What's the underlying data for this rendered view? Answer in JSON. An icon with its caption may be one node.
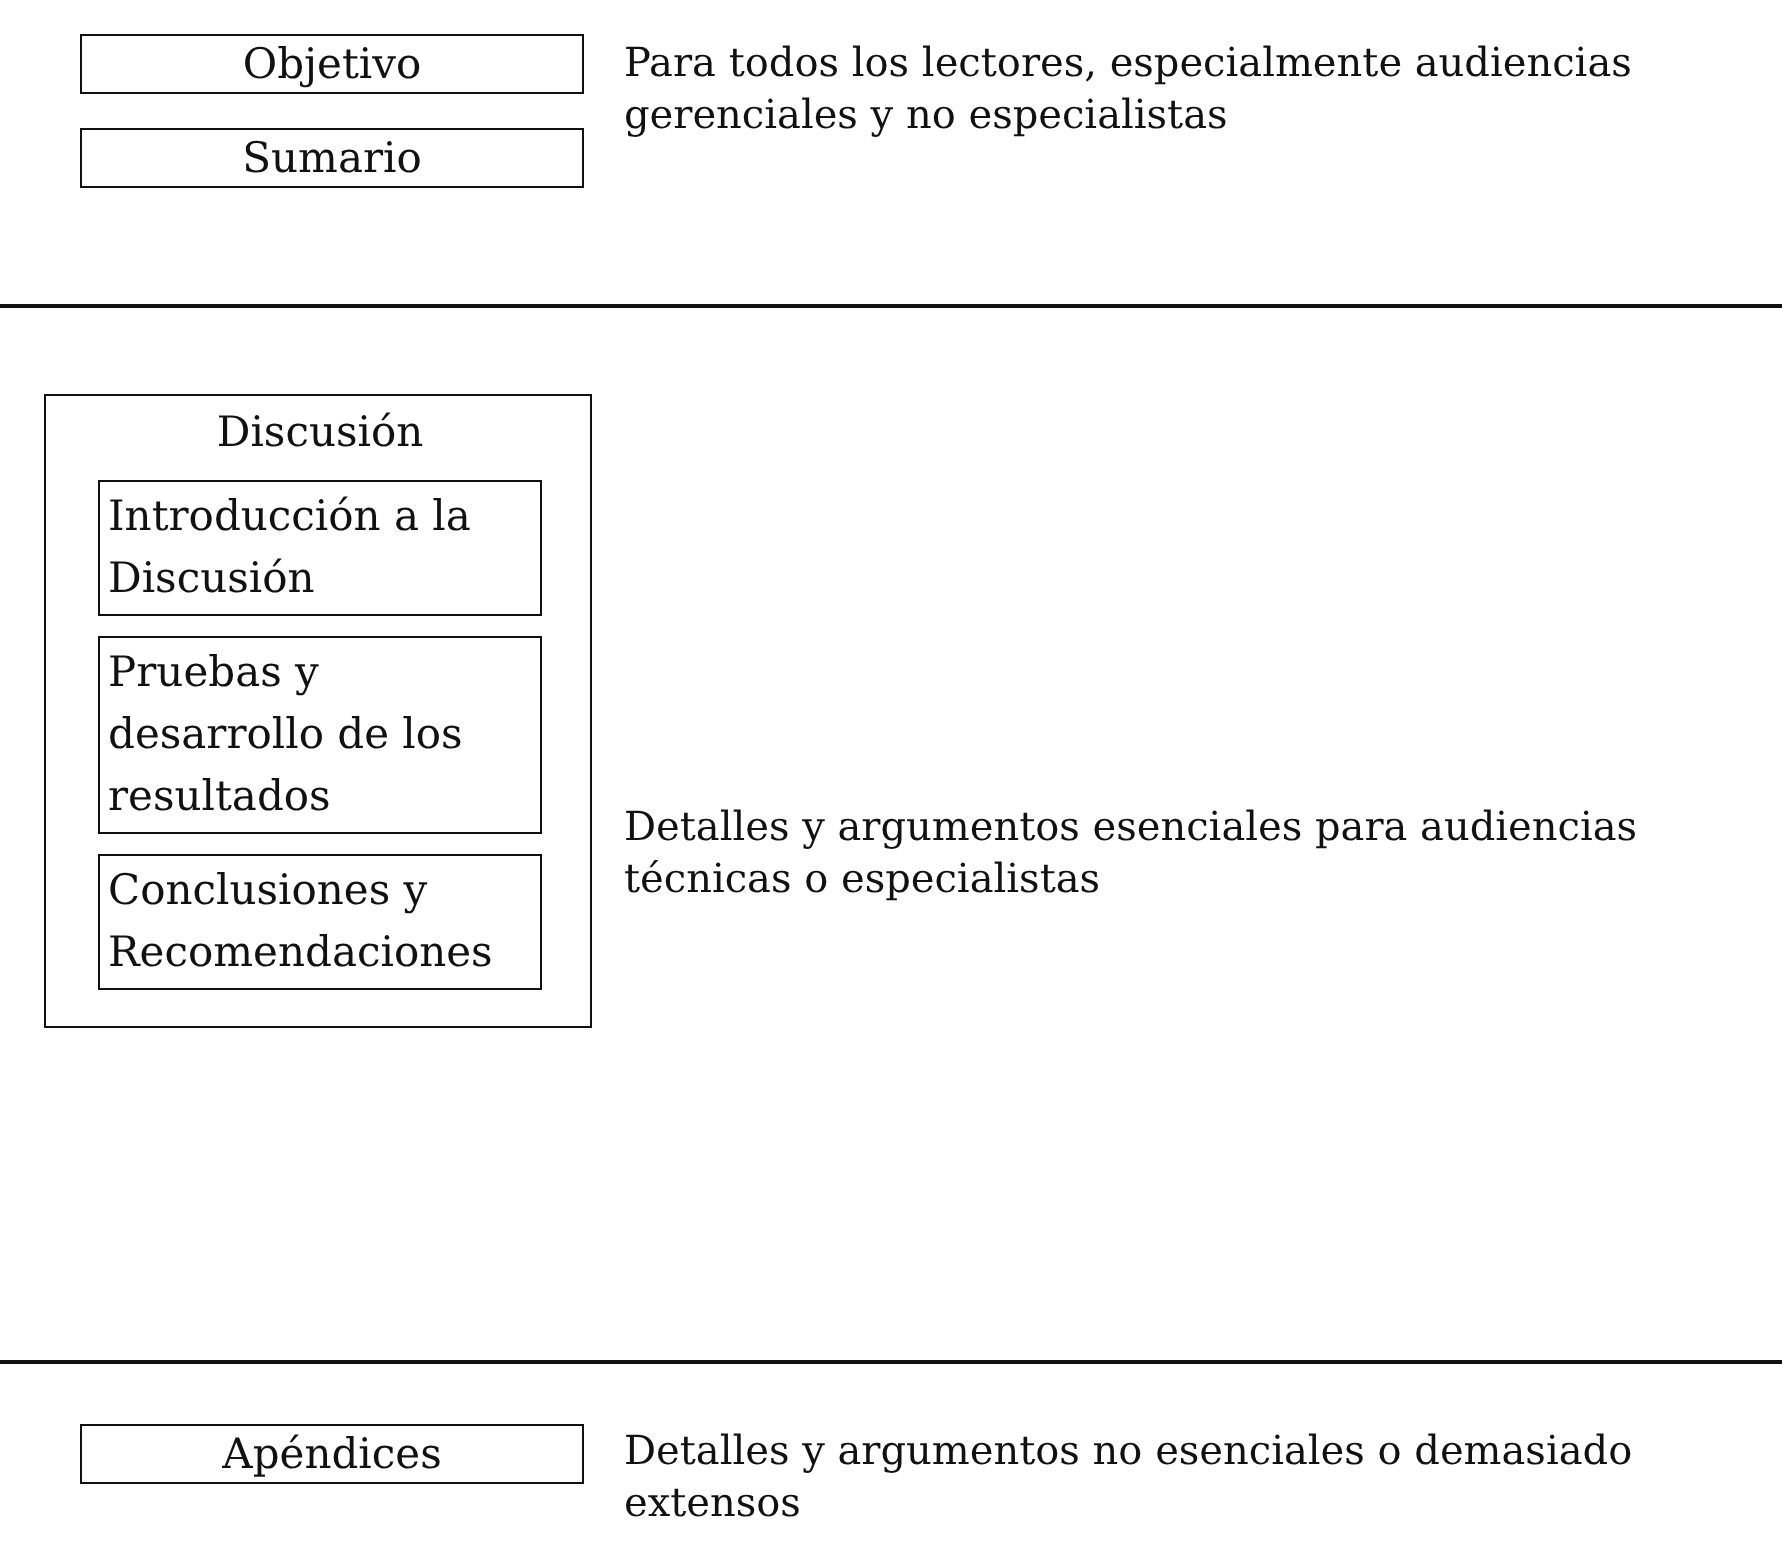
{
  "diagram": {
    "nodes": [
      {
        "text": [
          "Objetivo"
        ]
      },
      {
        "text": [
          "Sumario"
        ]
      },
      {
        "text": [
          "Discusión"
        ]
      },
      {
        "text": [
          "Introducción a la Discusión"
        ],
        "in": 2
      },
      {
        "text": [
          "Pruebas y desarrollo de los resultados"
        ],
        "in": 2
      },
      {
        "text": [
          "Conclusiones y Recomendaciones"
        ],
        "in": 2
      },
      {
        "text": [
          "Apéndices"
        ]
      }
    ],
    "edges": [],
    "labels": [
      "Para todos los lectores, especialmente audiencias gerenciales y no especialistas",
      "Detalles y argumentos esenciales para audiencias técnicas o especialistas",
      "Detalles y argumentos no esenciales o demasiado extensos"
    ]
  }
}
